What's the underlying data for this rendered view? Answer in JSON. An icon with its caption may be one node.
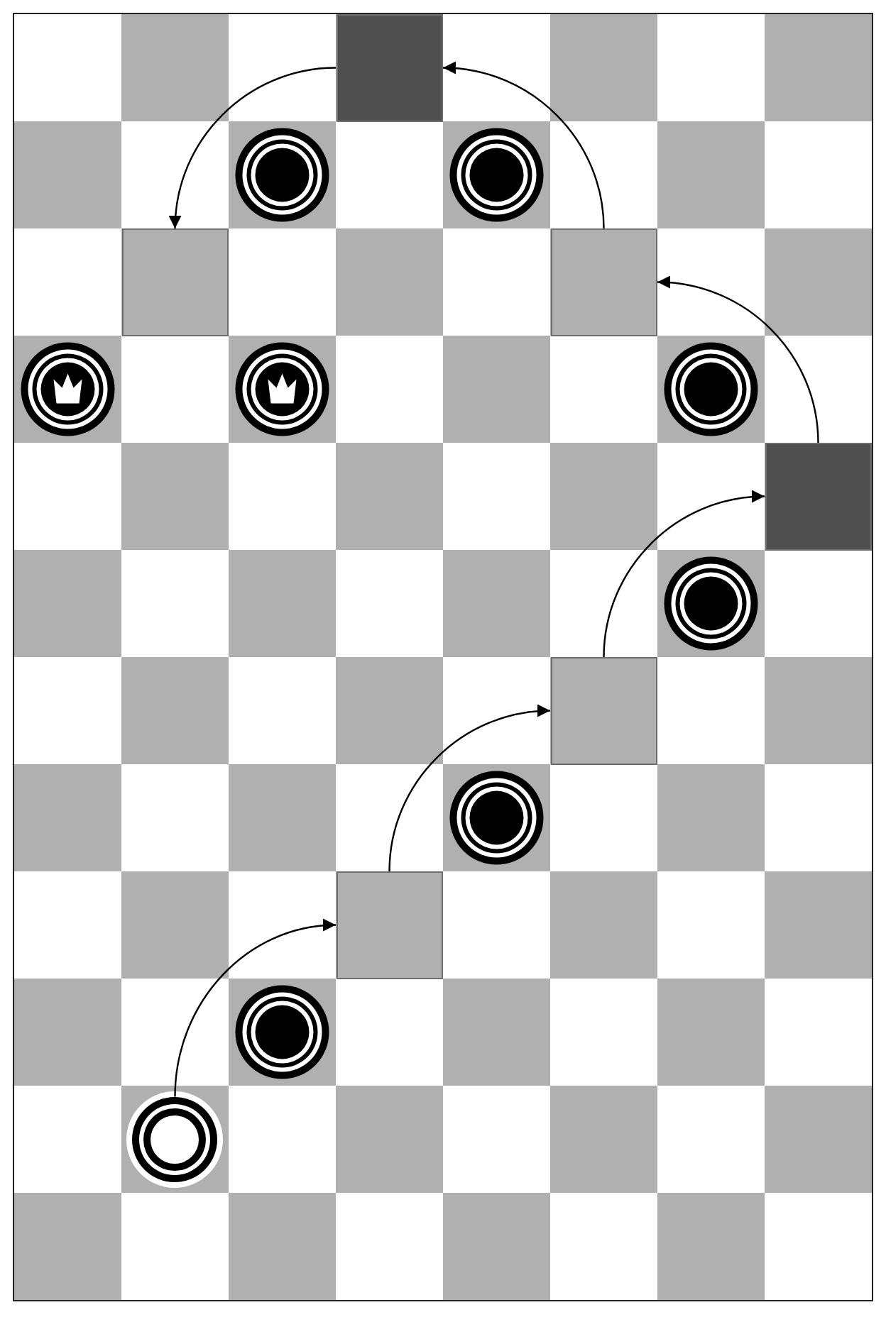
{
  "diagram": {
    "nodes": [
      {
        "text": [],
        "shape": "box"
      },
      {
        "text": [],
        "shape": "box"
      },
      {
        "text": [],
        "shape": "box"
      },
      {
        "text": [],
        "shape": "box"
      },
      {
        "text": [],
        "shape": "box"
      },
      {
        "text": [],
        "shape": "box"
      },
      {
        "text": [],
        "shape": "circle"
      }
    ],
    "edges": [
      {
        "from": 6,
        "to": 5,
        "arrow": "to"
      },
      {
        "from": 5,
        "to": 4,
        "arrow": "to"
      },
      {
        "from": 4,
        "to": 3,
        "arrow": "to"
      },
      {
        "from": 3,
        "to": 2,
        "arrow": "to"
      },
      {
        "from": 2,
        "to": 0,
        "arrow": "to"
      },
      {
        "from": 0,
        "to": 1,
        "arrow": "to"
      }
    ]
  }
}
